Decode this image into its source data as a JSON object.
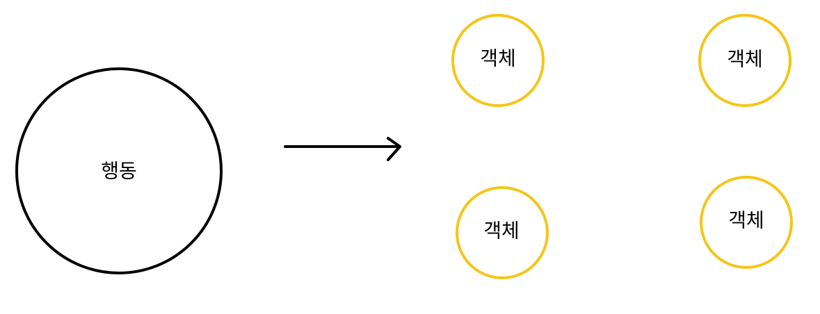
{
  "diagram": {
    "source": {
      "label": "행동",
      "stroke": "#000000"
    },
    "arrow": {
      "stroke": "#000000"
    },
    "targets": [
      {
        "label": "객체",
        "stroke": "#F5C518"
      },
      {
        "label": "객체",
        "stroke": "#F5C518"
      },
      {
        "label": "객체",
        "stroke": "#F5C518"
      },
      {
        "label": "객체",
        "stroke": "#F5C518"
      }
    ]
  }
}
